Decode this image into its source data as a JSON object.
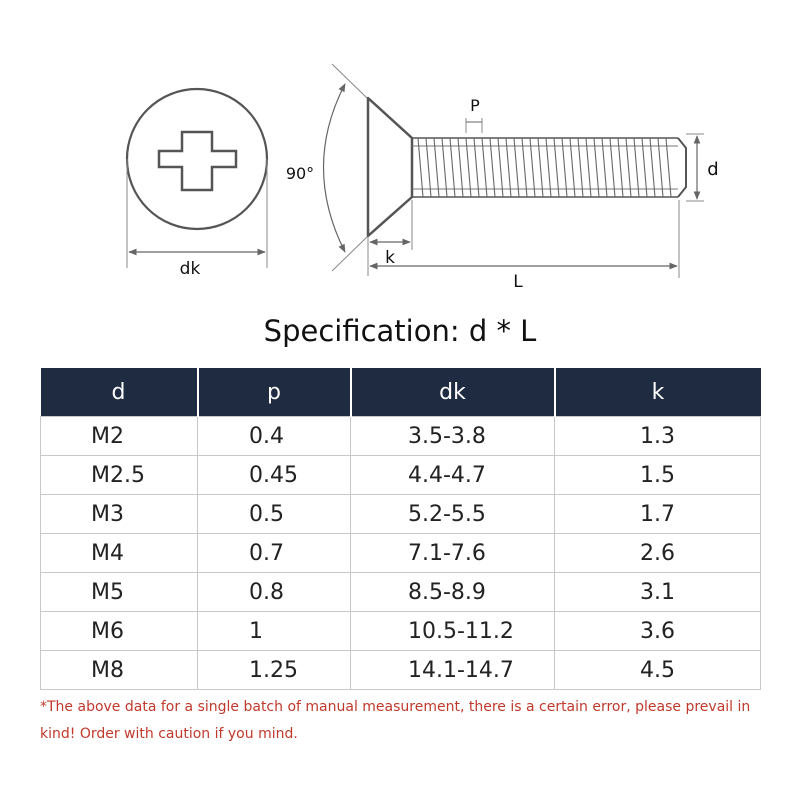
{
  "diagram": {
    "dim_dk": "dk",
    "dim_angle": "90°",
    "dim_p": "P",
    "dim_d": "d",
    "dim_k": "k",
    "dim_L": "L",
    "head_color": "#555555",
    "thread_color": "#444444"
  },
  "spec": {
    "title": "Specification: d * L"
  },
  "table": {
    "header_color": "#1f2b40",
    "headers": [
      "d",
      "p",
      "dk",
      "k"
    ],
    "rows": [
      [
        "M2",
        "0.4",
        "3.5-3.8",
        "1.3"
      ],
      [
        "M2.5",
        "0.45",
        "4.4-4.7",
        "1.5"
      ],
      [
        "M3",
        "0.5",
        "5.2-5.5",
        "1.7"
      ],
      [
        "M4",
        "0.7",
        "7.1-7.6",
        "2.6"
      ],
      [
        "M5",
        "0.8",
        "8.5-8.9",
        "3.1"
      ],
      [
        "M6",
        "1",
        "10.5-11.2",
        "3.6"
      ],
      [
        "M8",
        "1.25",
        "14.1-14.7",
        "4.5"
      ]
    ]
  },
  "note": {
    "text": "*The above data for a single batch of manual measurement, there is a certain error, please prevail in kind! Order with caution if you mind.",
    "color": "#c0392b"
  }
}
